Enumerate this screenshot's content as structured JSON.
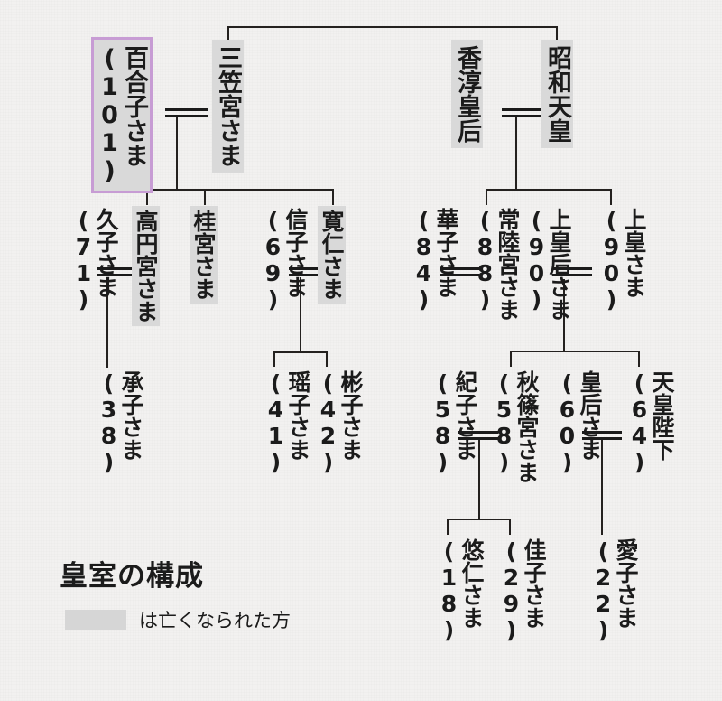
{
  "title": "皇室の構成",
  "legend": {
    "swatch_color": "#d6d6d6",
    "text": "は亡くなられた方"
  },
  "colors": {
    "background": "#f2f1f0",
    "line": "#24211f",
    "deceased_fill": "#d9d9d9",
    "highlight_border": "#c79cd4",
    "text": "#1b1b1b"
  },
  "people": [
    {
      "id": "yuriko",
      "name": "百合子さま",
      "age": "101",
      "deceased": true,
      "highlight": true
    },
    {
      "id": "mikasa",
      "name": "三笠宮さま",
      "age": "",
      "deceased": true,
      "highlight": false
    },
    {
      "id": "kojun",
      "name": "香淳皇后",
      "age": "",
      "deceased": true,
      "highlight": false
    },
    {
      "id": "showa",
      "name": "昭和天皇",
      "age": "",
      "deceased": true,
      "highlight": false
    },
    {
      "id": "hisako",
      "name": "久子さま",
      "age": "71",
      "deceased": false,
      "highlight": false
    },
    {
      "id": "takamado",
      "name": "高円宮さま",
      "age": "",
      "deceased": true,
      "highlight": false
    },
    {
      "id": "katsura",
      "name": "桂宮さま",
      "age": "",
      "deceased": true,
      "highlight": false
    },
    {
      "id": "nobuko",
      "name": "信子さま",
      "age": "69",
      "deceased": false,
      "highlight": false
    },
    {
      "id": "tomohito",
      "name": "寛仁さま",
      "age": "",
      "deceased": true,
      "highlight": false
    },
    {
      "id": "hanako",
      "name": "華子さま",
      "age": "84",
      "deceased": false,
      "highlight": false
    },
    {
      "id": "hitachi",
      "name": "常陸宮さま",
      "age": "88",
      "deceased": false,
      "highlight": false
    },
    {
      "id": "jokogo",
      "name": "上皇后さま",
      "age": "90",
      "deceased": false,
      "highlight": false
    },
    {
      "id": "joko",
      "name": "上皇さま",
      "age": "90",
      "deceased": false,
      "highlight": false
    },
    {
      "id": "tsuguko",
      "name": "承子さま",
      "age": "38",
      "deceased": false,
      "highlight": false
    },
    {
      "id": "yoko",
      "name": "瑶子さま",
      "age": "41",
      "deceased": false,
      "highlight": false
    },
    {
      "id": "akiko",
      "name": "彬子さま",
      "age": "42",
      "deceased": false,
      "highlight": false
    },
    {
      "id": "kiko",
      "name": "紀子さま",
      "age": "58",
      "deceased": false,
      "highlight": false
    },
    {
      "id": "akishino",
      "name": "秋篠宮さま",
      "age": "58",
      "deceased": false,
      "highlight": false
    },
    {
      "id": "kogo",
      "name": "皇后さま",
      "age": "60",
      "deceased": false,
      "highlight": false
    },
    {
      "id": "tenno",
      "name": "天皇陛下",
      "age": "64",
      "deceased": false,
      "highlight": false
    },
    {
      "id": "hisahito",
      "name": "悠仁さま",
      "age": "18",
      "deceased": false,
      "highlight": false
    },
    {
      "id": "kako",
      "name": "佳子さま",
      "age": "29",
      "deceased": false,
      "highlight": false
    },
    {
      "id": "aiko",
      "name": "愛子さま",
      "age": "22",
      "deceased": false,
      "highlight": false
    }
  ]
}
